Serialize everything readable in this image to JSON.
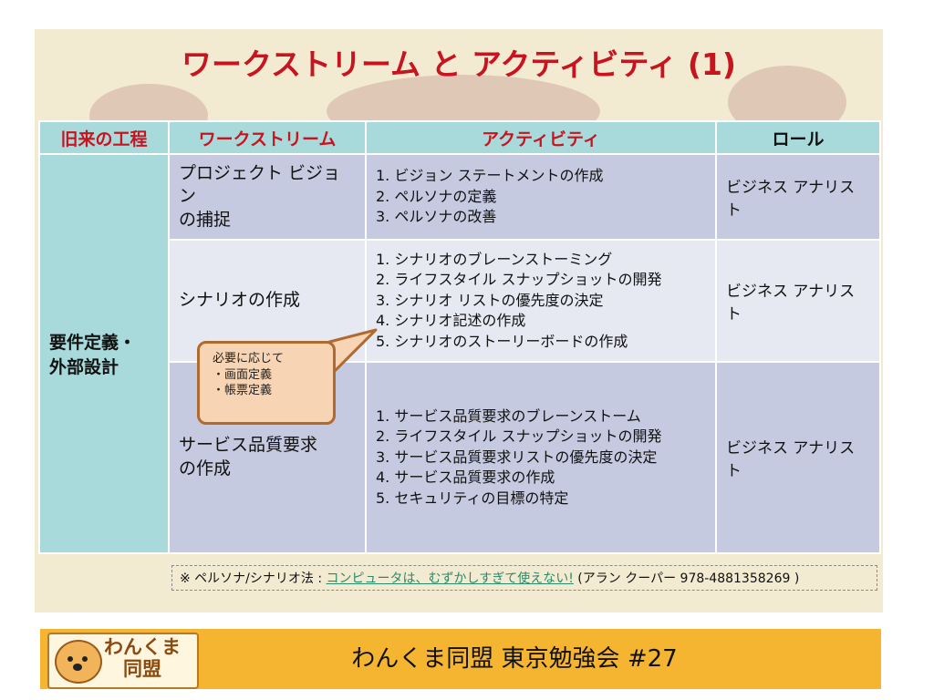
{
  "slide": {
    "title": "ワークストリーム と アクティビティ (1)"
  },
  "table": {
    "headers": [
      "旧来の工程",
      "ワークストリーム",
      "アクティビティ",
      "ロール"
    ],
    "process": "要件定義・\n外部設計",
    "rows": [
      {
        "workstream": "プロジェクト ビジョン\nの捕捉",
        "activities": [
          "1. ビジョン ステートメントの作成",
          "2. ペルソナの定義",
          "3. ペルソナの改善"
        ],
        "role": "ビジネス アナリスト"
      },
      {
        "workstream": "シナリオの作成",
        "activities": [
          "1. シナリオのブレーンストーミング",
          "2. ライフスタイル スナップショットの開発",
          "3. シナリオ リストの優先度の決定",
          "4. シナリオ記述の作成",
          "5. シナリオのストーリーボードの作成"
        ],
        "role": "ビジネス アナリスト"
      },
      {
        "workstream": "サービス品質要求\nの作成",
        "activities": [
          "1. サービス品質要求のブレーンストーム",
          "2. ライフスタイル スナップショットの開発",
          "3. サービス品質要求リストの優先度の決定",
          "4. サービス品質要求の作成",
          "5. セキュリティの目標の特定"
        ],
        "role": "ビジネス アナリスト"
      }
    ]
  },
  "callout": {
    "lines": [
      "必要に応じて",
      "・画面定義",
      "・帳票定義"
    ]
  },
  "note": {
    "prefix": "※ ペルソナ/シナリオ法 : ",
    "link": "コンピュータは、むずかしすぎて使えない!",
    "suffix": " (アラン クーパー 978-4881358269 )"
  },
  "footer": {
    "logo_text": "わんくま\n同盟",
    "text": "わんくま同盟 東京勉強会 #27"
  },
  "colors": {
    "title": "#c8141e",
    "header_bg": "#a8dadc",
    "row_dark": "#c5cae0",
    "row_light": "#e6e8f2",
    "footer_bg": "#f5b531"
  }
}
